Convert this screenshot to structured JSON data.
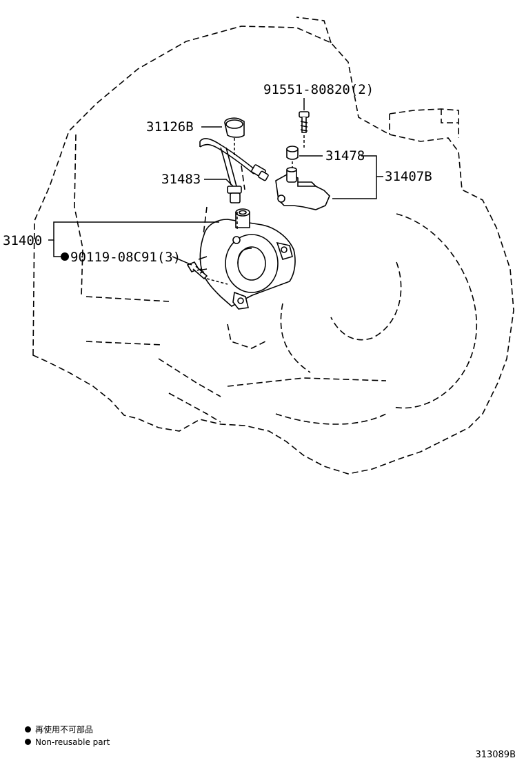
{
  "callouts": {
    "bolt_upper": "91551-80820(2)",
    "grommet": "31126B",
    "plug": "31478",
    "bracket_assy": "31407B",
    "tube": "31483",
    "release_cylinder": "31400",
    "bolt_lower": "90119-08C91(3)"
  },
  "legend": {
    "non_reusable_ja": "再使用不可部品",
    "non_reusable_en": "Non-reusable part"
  },
  "diagram_id": "313089B"
}
